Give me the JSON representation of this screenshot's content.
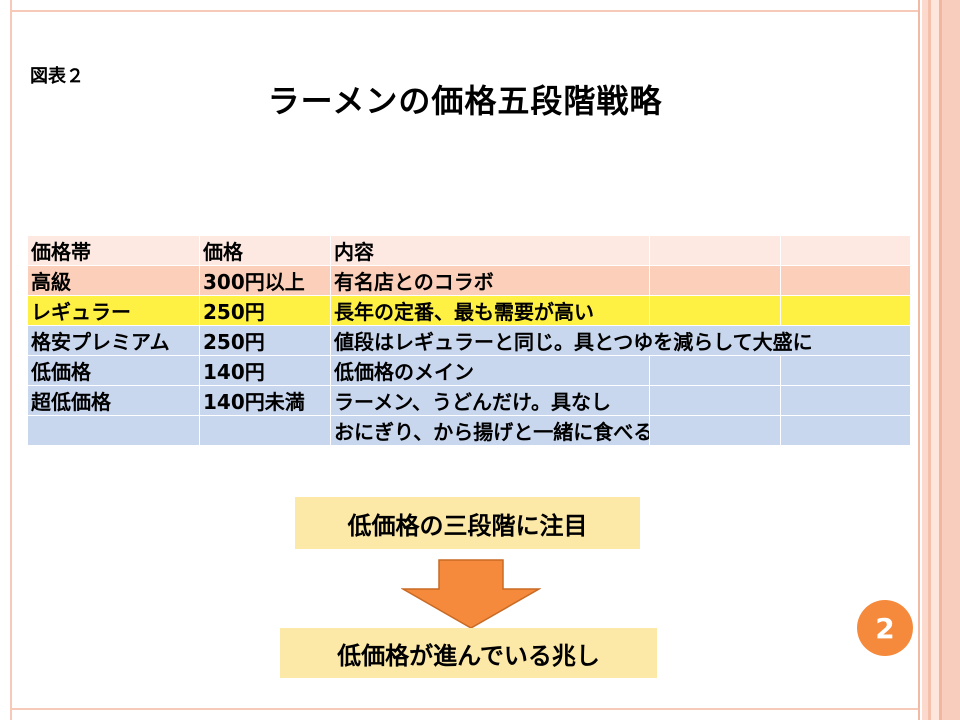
{
  "slide": {
    "figure_label": "図表２",
    "title": "ラーメンの価格五段階戦略",
    "page_number": "2"
  },
  "table": {
    "header": [
      "価格帯",
      "価格",
      "内容",
      "",
      ""
    ],
    "rows": [
      [
        "高級",
        "300円以上",
        "有名店とのコラボ",
        "",
        ""
      ],
      [
        "レギュラー",
        "250円",
        "長年の定番、最も需要が高い",
        "",
        ""
      ],
      [
        "格安プレミアム",
        "250円",
        "値段はレギュラーと同じ。具とつゆを減らして大盛に",
        "",
        ""
      ],
      [
        "低価格",
        "140円",
        "低価格のメイン",
        "",
        ""
      ],
      [
        "超低価格",
        "140円未満",
        "ラーメン、うどんだけ。具なし",
        "",
        ""
      ],
      [
        "",
        "",
        "おにぎり、から揚げと一緒に食べる",
        "",
        ""
      ]
    ]
  },
  "callouts": {
    "top": "低価格の三段階に注目",
    "bottom": "低価格が進んでいる兆し"
  },
  "colors": {
    "header_row": "#fde9e2",
    "high_row": "#fbcfba",
    "regular_row": "#fff044",
    "blue_rows": "#c8d6ee",
    "callout_bg": "#fde9a7",
    "arrow": "#f58a3c",
    "page_badge": "#f58a3c"
  },
  "icons": {
    "arrow": "down-arrow-icon"
  }
}
